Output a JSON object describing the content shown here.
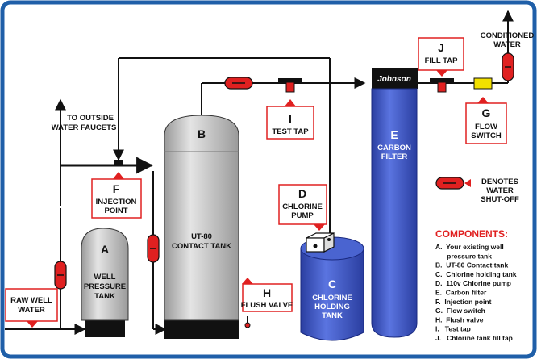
{
  "colors": {
    "frame": "#1f5fa8",
    "valve": "#e02020",
    "tank_gray": "#c8c8c8",
    "tank_blue": "#3a55c8",
    "accent_red": "#e02020",
    "switch_yellow": "#f2e000"
  },
  "labels": {
    "to_outside": [
      "TO OUTSIDE",
      "WATER FAUCETS"
    ],
    "raw_well": [
      "RAW WELL",
      "WATER"
    ],
    "conditioned": [
      "CONDITIONED",
      "WATER"
    ],
    "denotes": [
      "DENOTES",
      "WATER",
      "SHUT-OFF"
    ]
  },
  "callouts": {
    "F": {
      "letter": "F",
      "text": [
        "INJECTION",
        "POINT"
      ]
    },
    "I": {
      "letter": "I",
      "text": [
        "TEST TAP"
      ]
    },
    "J": {
      "letter": "J",
      "text": [
        "FILL TAP"
      ]
    },
    "G": {
      "letter": "G",
      "text": [
        "FLOW",
        "SWITCH"
      ]
    },
    "D": {
      "letter": "D",
      "text": [
        "CHLORINE",
        "PUMP"
      ]
    },
    "H": {
      "letter": "H",
      "text": [
        "FLUSH VALVE"
      ]
    }
  },
  "tanks": {
    "A": {
      "letter": "A",
      "text": [
        "WELL",
        "PRESSURE",
        "TANK"
      ]
    },
    "B": {
      "letter": "B",
      "text": [
        "UT-80",
        "CONTACT TANK"
      ]
    },
    "C": {
      "letter": "C",
      "text": [
        "CHLORINE",
        "HOLDING",
        "TANK"
      ]
    },
    "E": {
      "letter": "E",
      "text": [
        "CARBON",
        "FILTER"
      ]
    }
  },
  "brand": "Johnson",
  "components": {
    "title": "COMPONENTS:",
    "items": [
      "A.  Your existing well",
      "      pressure tank",
      "B.  UT-80 Contact tank",
      "C.  Chlorine holding tank",
      "D.  110v Chlorine pump",
      "E.  Carbon filter",
      "F.  Injection point",
      "G.  Flow switch",
      "H.  Flush valve",
      "I.   Test tap",
      "J.   Chlorine tank fill tap"
    ]
  }
}
